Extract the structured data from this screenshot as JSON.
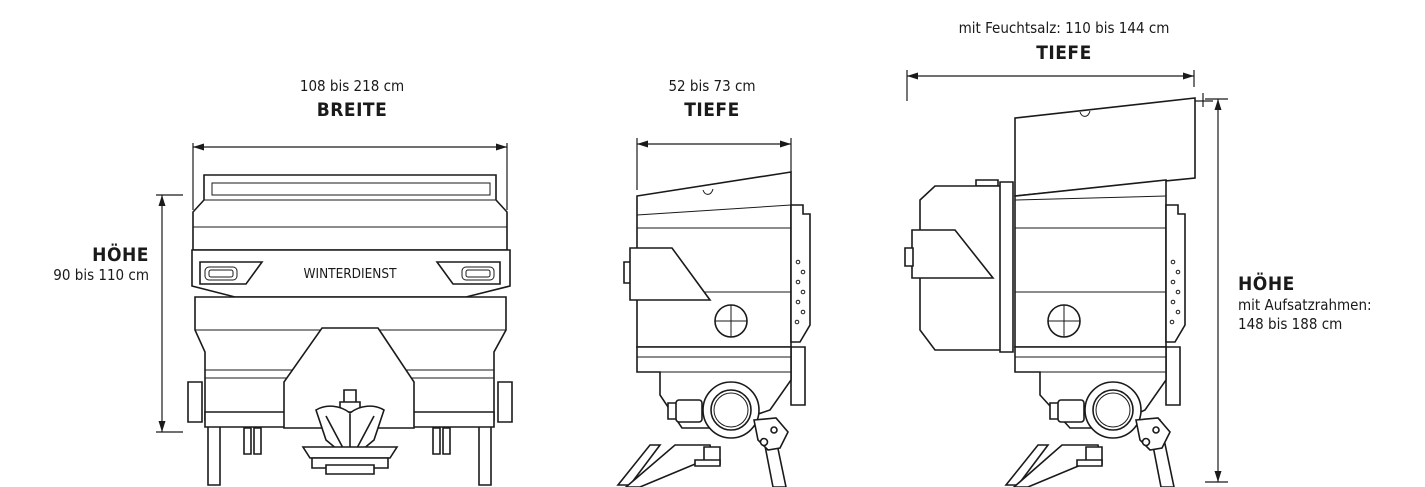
{
  "front_view": {
    "width_range": "108 bis 218 cm",
    "width_title": "BREITE",
    "height_title": "HÖHE",
    "height_range": "90 bis 110 cm",
    "brand_plate": "WINTERDIENST"
  },
  "side_view": {
    "depth_range": "52 bis 73 cm",
    "depth_title": "TIEFE"
  },
  "side_view_wet_salt": {
    "depth_range": "mit Feuchtsalz: 110 bis 144 cm",
    "depth_title": "TIEFE",
    "height_title": "HÖHE",
    "height_note_line1": "mit Aufsatzrahmen:",
    "height_note_line2": "148 bis 188 cm"
  }
}
